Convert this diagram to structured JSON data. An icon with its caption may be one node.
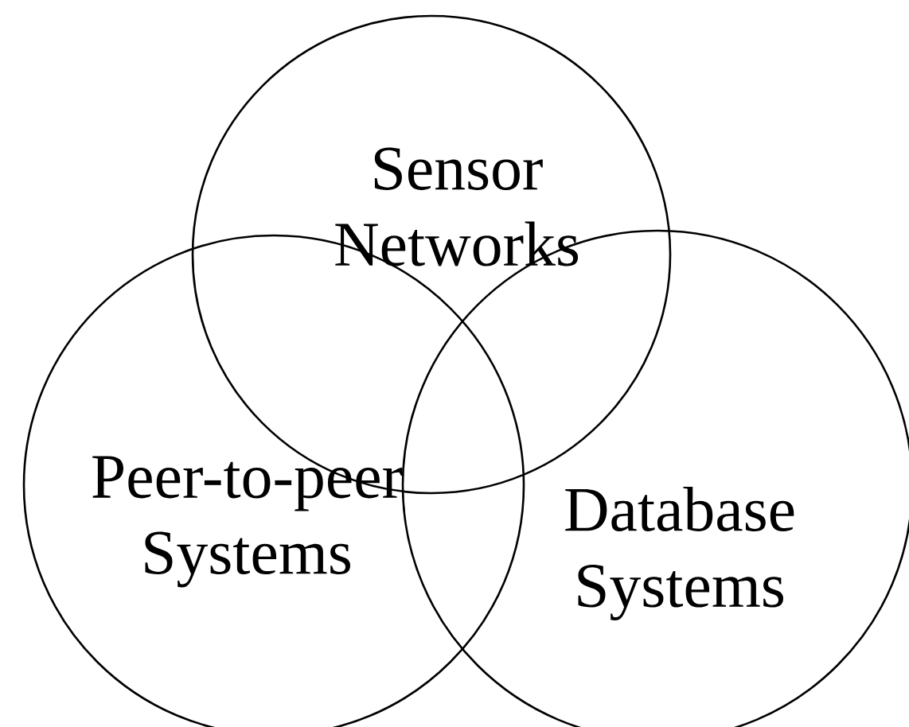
{
  "diagram": {
    "nodes": [
      {
        "text": [
          "Sensor Networks"
        ]
      },
      {
        "text": [
          "Peer-to-peer Systems"
        ]
      },
      {
        "text": [
          "Database Systems"
        ]
      }
    ]
  }
}
